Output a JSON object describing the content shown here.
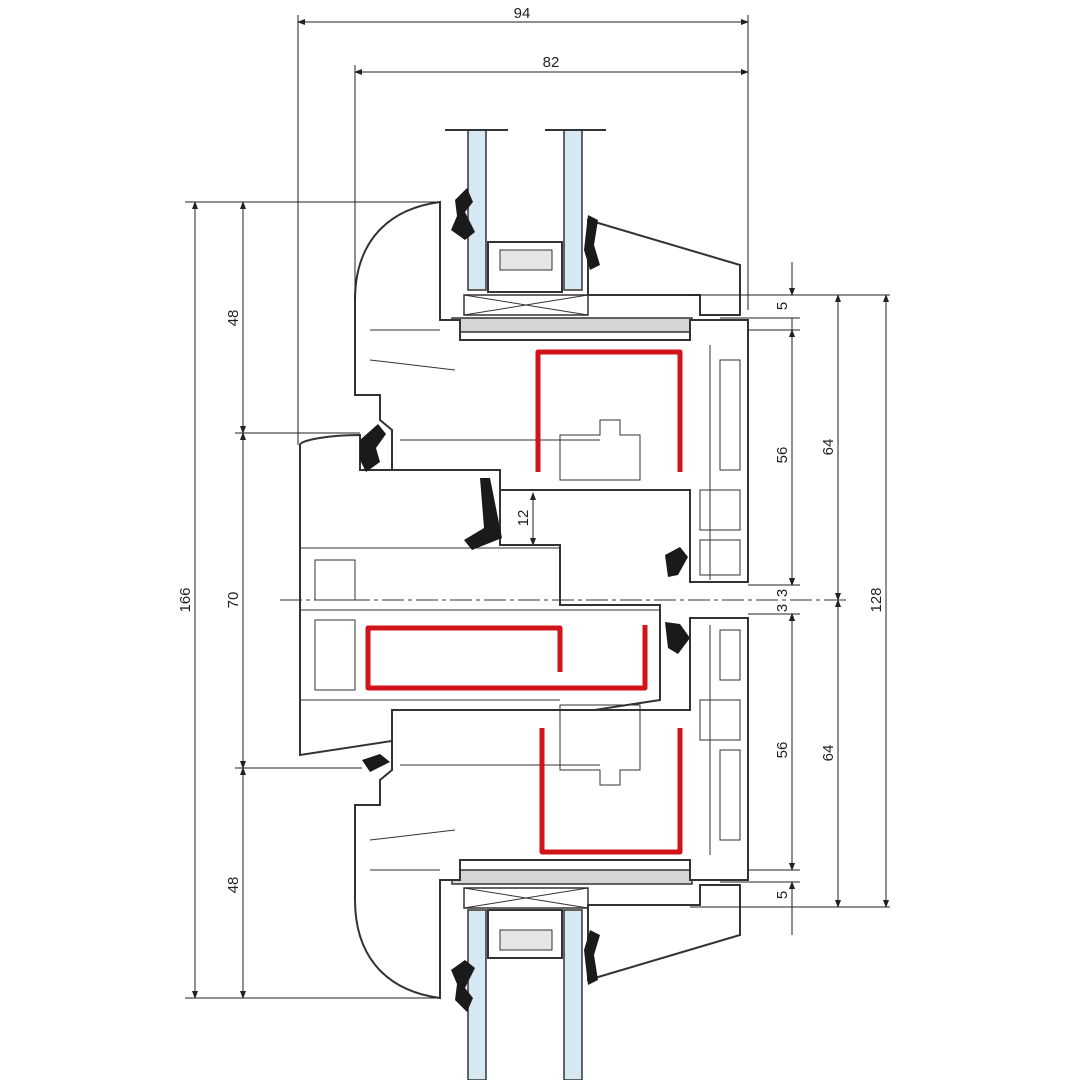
{
  "dimensions": {
    "width_overall": "94",
    "width_frame": "82",
    "height_total": "166",
    "upper_sash_offset": "48",
    "middle": "70",
    "lower_sash_offset": "48",
    "upper_gap": "5",
    "upper_inner": "56",
    "upper_sash": "64",
    "gap_upper_center": "3",
    "gap_lower_center": "3",
    "lower_inner": "56",
    "lower_sash": "64",
    "lower_gap": "5",
    "right_total": "128",
    "overlap": "12"
  },
  "colors": {
    "reinforcement": "#d0141a",
    "glass": "#d8e8f2",
    "gasket": "#1a1a1a"
  }
}
